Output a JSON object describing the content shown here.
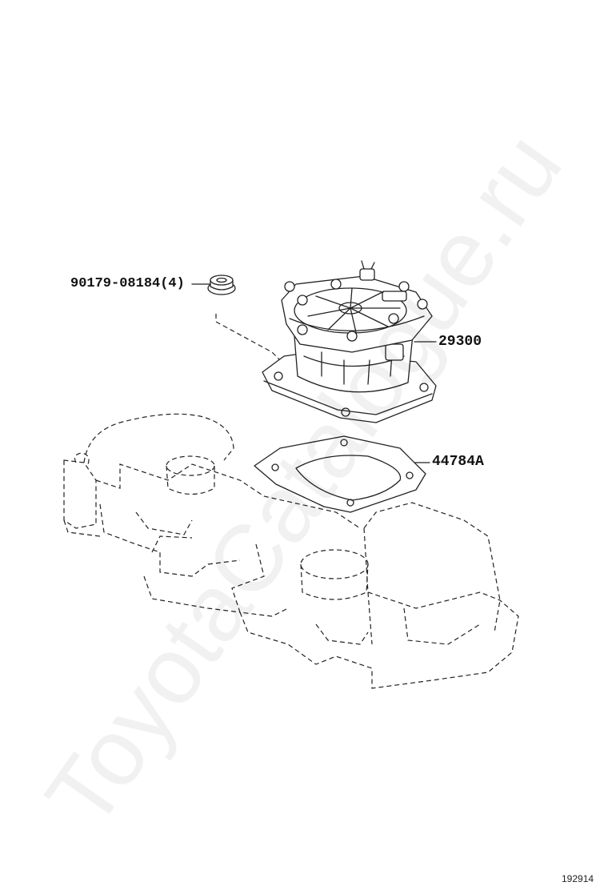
{
  "watermark": "ToyotaCatalogue.ru",
  "callouts": {
    "bolt": "90179-08184(4)",
    "vacuum_pump": "29300",
    "gasket": "44784A"
  },
  "figure_ref": "192914",
  "colors": {
    "line": "#222222",
    "background": "#ffffff",
    "watermark": "#000000"
  }
}
